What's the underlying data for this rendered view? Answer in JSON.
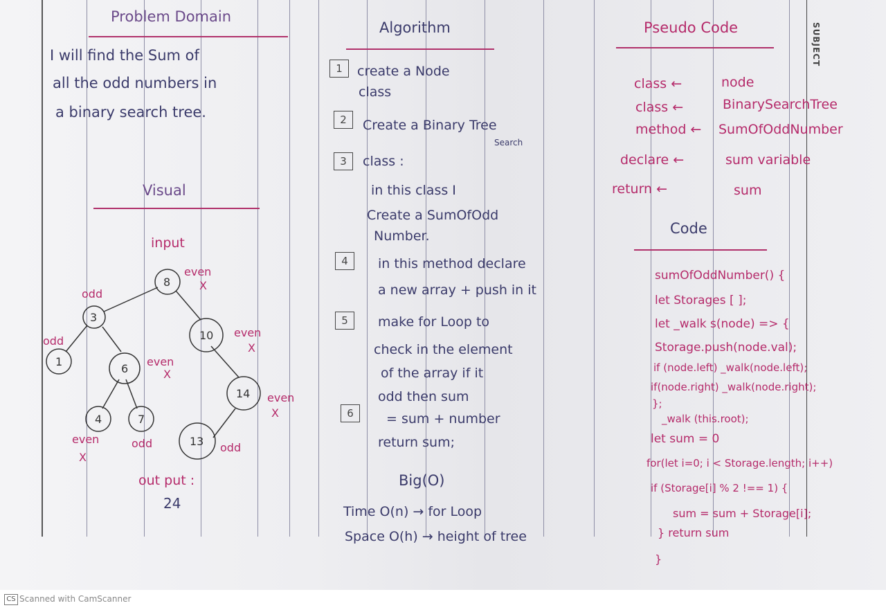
{
  "problem_domain": {
    "title": "Problem Domain",
    "lines": [
      "I will find the Sum of",
      "all the odd numbers in",
      "a binary search tree."
    ]
  },
  "visual": {
    "title": "Visual",
    "input_label": "input",
    "output_label": "out put :",
    "output_value": "24",
    "nodes": [
      {
        "value": "8",
        "note": "even",
        "mark": "X"
      },
      {
        "value": "3",
        "note": "odd",
        "mark": ""
      },
      {
        "value": "10",
        "note": "even",
        "mark": "X"
      },
      {
        "value": "1",
        "note": "odd",
        "mark": ""
      },
      {
        "value": "6",
        "note": "even",
        "mark": "X"
      },
      {
        "value": "14",
        "note": "even",
        "mark": "X"
      },
      {
        "value": "4",
        "note": "even",
        "mark": "X"
      },
      {
        "value": "7",
        "note": "odd",
        "mark": ""
      },
      {
        "value": "13",
        "note": "odd",
        "mark": ""
      }
    ]
  },
  "algorithm": {
    "title": "Algorithm",
    "steps": [
      {
        "num": "1",
        "lines": [
          "create a Node",
          "class"
        ]
      },
      {
        "num": "2",
        "lines": [
          "Create a Binary Tree",
          "Search"
        ]
      },
      {
        "num": "3",
        "lines": [
          "class :",
          "in this class I",
          "Create a SumOfOdd",
          "Number."
        ]
      },
      {
        "num": "4",
        "lines": [
          "in this method declare",
          "a new array + push in it"
        ]
      },
      {
        "num": "5",
        "lines": [
          "make for Loop to",
          "check in the element",
          "of the array if it",
          "odd then sum"
        ]
      },
      {
        "num": "6",
        "lines": [
          "= sum + number",
          "return sum;"
        ]
      }
    ],
    "big_o_title": "Big(O)",
    "time_line": "Time O(n) → for Loop",
    "space_line": "Space O(h) → height of tree"
  },
  "pseudo_code": {
    "title": "Pseudo Code",
    "rows": [
      {
        "left": "class ←",
        "right": "node"
      },
      {
        "left": "class ←",
        "right": "BinarySearchTree"
      },
      {
        "left": "method ←",
        "right": "SumOfOddNumber"
      },
      {
        "left": "declare ←",
        "right": "sum variable"
      },
      {
        "left": "return ←",
        "right": "sum"
      }
    ]
  },
  "code": {
    "title": "Code",
    "lines": [
      "sumOfOddNumber() {",
      "let Storages [ ];",
      "let _walk s(node) => {",
      "Storage.push(node.val);",
      "if (node.left) _walk(node.left);",
      "if(node.right) _walk(node.right);",
      "};",
      "_walk (this.root);",
      "let sum = 0",
      "for(let i=0; i < Storage.length; i++)",
      "if (Storage[i] % 2 !== 1) {",
      "sum = sum + Storage[i];",
      "} return sum",
      "}"
    ]
  },
  "side_label": "SUBJECT",
  "footer": {
    "badge": "CS",
    "text": "Scanned with CamScanner"
  },
  "colors": {
    "ink": "#3a3a6a",
    "pink_ink": "#b52a6a",
    "paper": "#eeeef1"
  }
}
